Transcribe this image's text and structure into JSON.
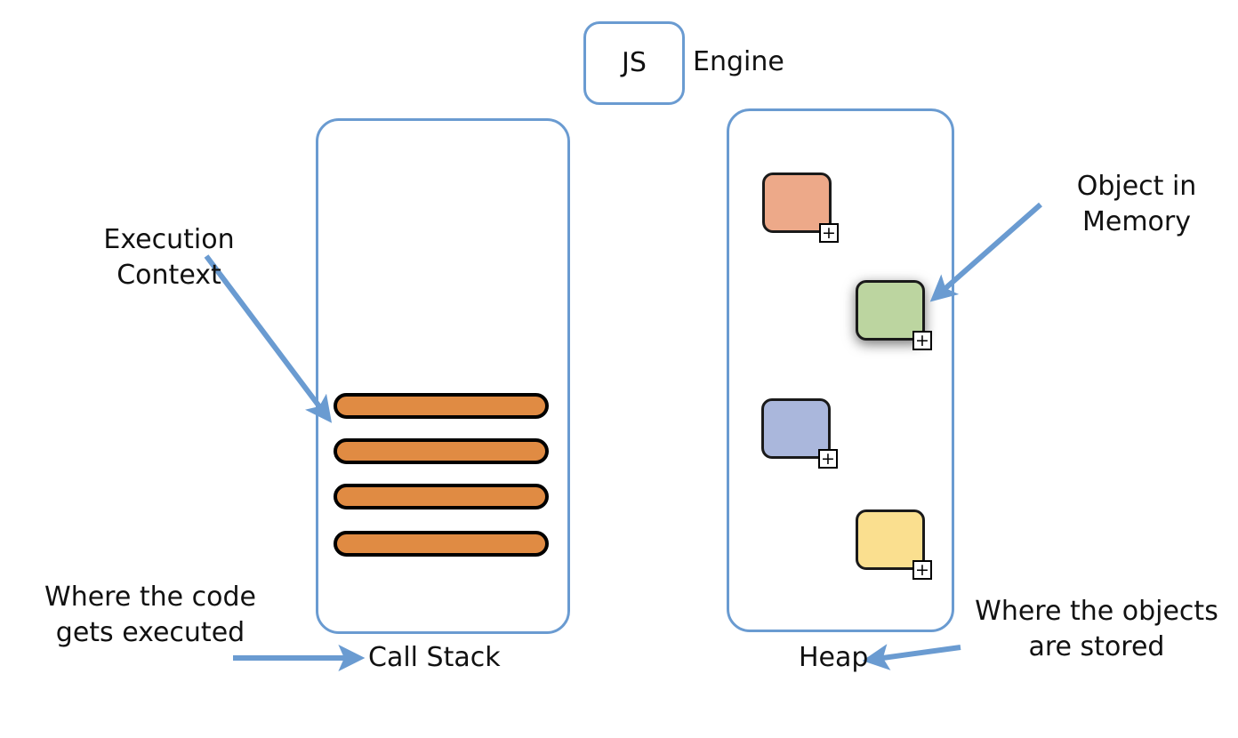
{
  "diagram": {
    "title": "JS Engine memory model",
    "colors": {
      "outline_blue": "#6a9bd1",
      "arrow_blue": "#6a9bd1",
      "stack_frame_orange": "#e08b43",
      "object_border": "#1a1a1a",
      "text": "#111111",
      "background": "#ffffff"
    }
  },
  "engine": {
    "box_label": "JS",
    "outside_label": "Engine"
  },
  "call_stack": {
    "caption": "Call Stack",
    "frames": [
      {
        "name": "stack-frame-1"
      },
      {
        "name": "stack-frame-2"
      },
      {
        "name": "stack-frame-3"
      },
      {
        "name": "stack-frame-4"
      }
    ],
    "annotations": {
      "execution_context": "Execution\nContext",
      "where_code": "Where the code\ngets executed"
    }
  },
  "heap": {
    "caption": "Heap",
    "objects": [
      {
        "name": "heap-object-orange",
        "color": "#eda989",
        "badge": "+",
        "shadow": false
      },
      {
        "name": "heap-object-green",
        "color": "#bcd5a0",
        "badge": "+",
        "shadow": true
      },
      {
        "name": "heap-object-blue",
        "color": "#aab7dc",
        "badge": "+",
        "shadow": false
      },
      {
        "name": "heap-object-yellow",
        "color": "#fadf8f",
        "badge": "+",
        "shadow": false
      }
    ],
    "annotations": {
      "object_in_memory": "Object in\nMemory",
      "where_objects": "Where the objects\nare stored"
    }
  }
}
